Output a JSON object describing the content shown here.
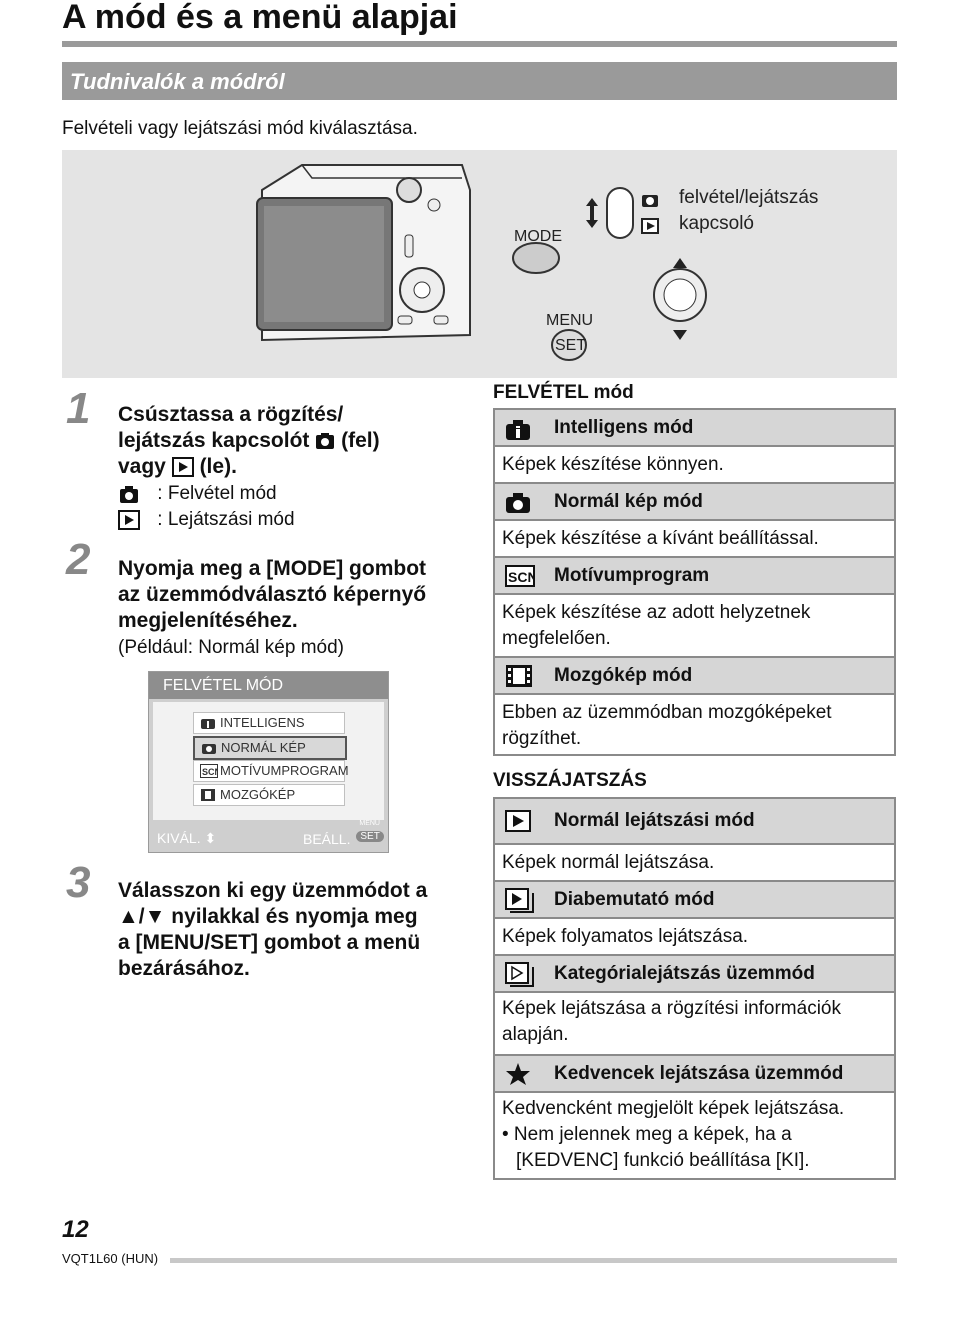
{
  "title": "A mód és a menü alapjai",
  "section": "Tudnivalók a módról",
  "intro": "Felvételi vagy lejátszási mód kiválasztása.",
  "illustration": {
    "mode_label": "MODE",
    "switch_label_1": "felvétel/lejátszás",
    "switch_label_2": "kapcsoló",
    "menu_label": "MENU",
    "set_label": "SET"
  },
  "steps": [
    {
      "num": "1",
      "lines": [
        "Csúsztassa a rögzítés/",
        "lejátszás kapcsolót",
        "(fel)",
        "vagy",
        "(le)."
      ],
      "sub": [
        ": Felvétel mód",
        ": Lejátszási mód"
      ]
    },
    {
      "num": "2",
      "lines": [
        "Nyomja meg a [MODE] gombot",
        "az üzemmódválasztó képernyő",
        "megjelenítéséhez."
      ],
      "sub": [
        "(Például: Normál kép mód)"
      ]
    },
    {
      "num": "3",
      "lines": [
        "Válasszon ki egy üzemmódot a",
        "nyilakkal és nyomja meg",
        "a [MENU/SET] gombot a menü",
        "bezárásához."
      ]
    }
  ],
  "menu_screen": {
    "header": "FELVÉTEL MÓD",
    "items": [
      "INTELLIGENS",
      "NORMÁL KÉP",
      "MOTÍVUMPROGRAM",
      "MOZGÓKÉP"
    ],
    "selected": "NORMÁL KÉP",
    "footer_left": "KIVÁL.",
    "footer_right": "BEÁLL.",
    "footer_menu": "MENU",
    "footer_set": "SET"
  },
  "recording": {
    "heading": "FELVÉTEL mód",
    "rows": [
      {
        "icon": "intelligent-auto-icon",
        "name": "Intelligens mód",
        "desc": [
          "Képek készítése könnyen."
        ]
      },
      {
        "icon": "camera-icon",
        "name": "Normál kép mód",
        "desc": [
          "Képek készítése a kívánt beállítással."
        ]
      },
      {
        "icon": "scn-icon",
        "name": "Motívumprogram",
        "desc": [
          "Képek készítése az adott helyzetnek",
          "megfelelően."
        ]
      },
      {
        "icon": "film-icon",
        "name": "Mozgókép mód",
        "desc": [
          "Ebben az üzemmódban mozgóképeket",
          "rögzíthet."
        ]
      }
    ]
  },
  "playback": {
    "heading": "VISSZÁJATSZÁS",
    "rows": [
      {
        "icon": "play-icon",
        "name": "Normál lejátszási mód",
        "desc": [
          "Képek normál lejátszása."
        ]
      },
      {
        "icon": "slideshow-icon",
        "name": "Diabemutató mód",
        "desc": [
          "Képek folyamatos lejátszása."
        ]
      },
      {
        "icon": "category-icon",
        "name": "Kategórialejátszás üzemmód",
        "desc": [
          "Képek lejátszása a rögzítési információk",
          "alapján."
        ]
      },
      {
        "icon": "star-icon",
        "name": "Kedvencek lejátszása üzemmód",
        "desc": [
          "Kedvencként megjelölt képek lejátszása.",
          "• Nem jelennek meg a képek, ha a",
          "[KEDVENC] funkció beállítása [KI]."
        ]
      }
    ]
  },
  "page_number": "12",
  "doc_code": "VQT1L60 (HUN)"
}
